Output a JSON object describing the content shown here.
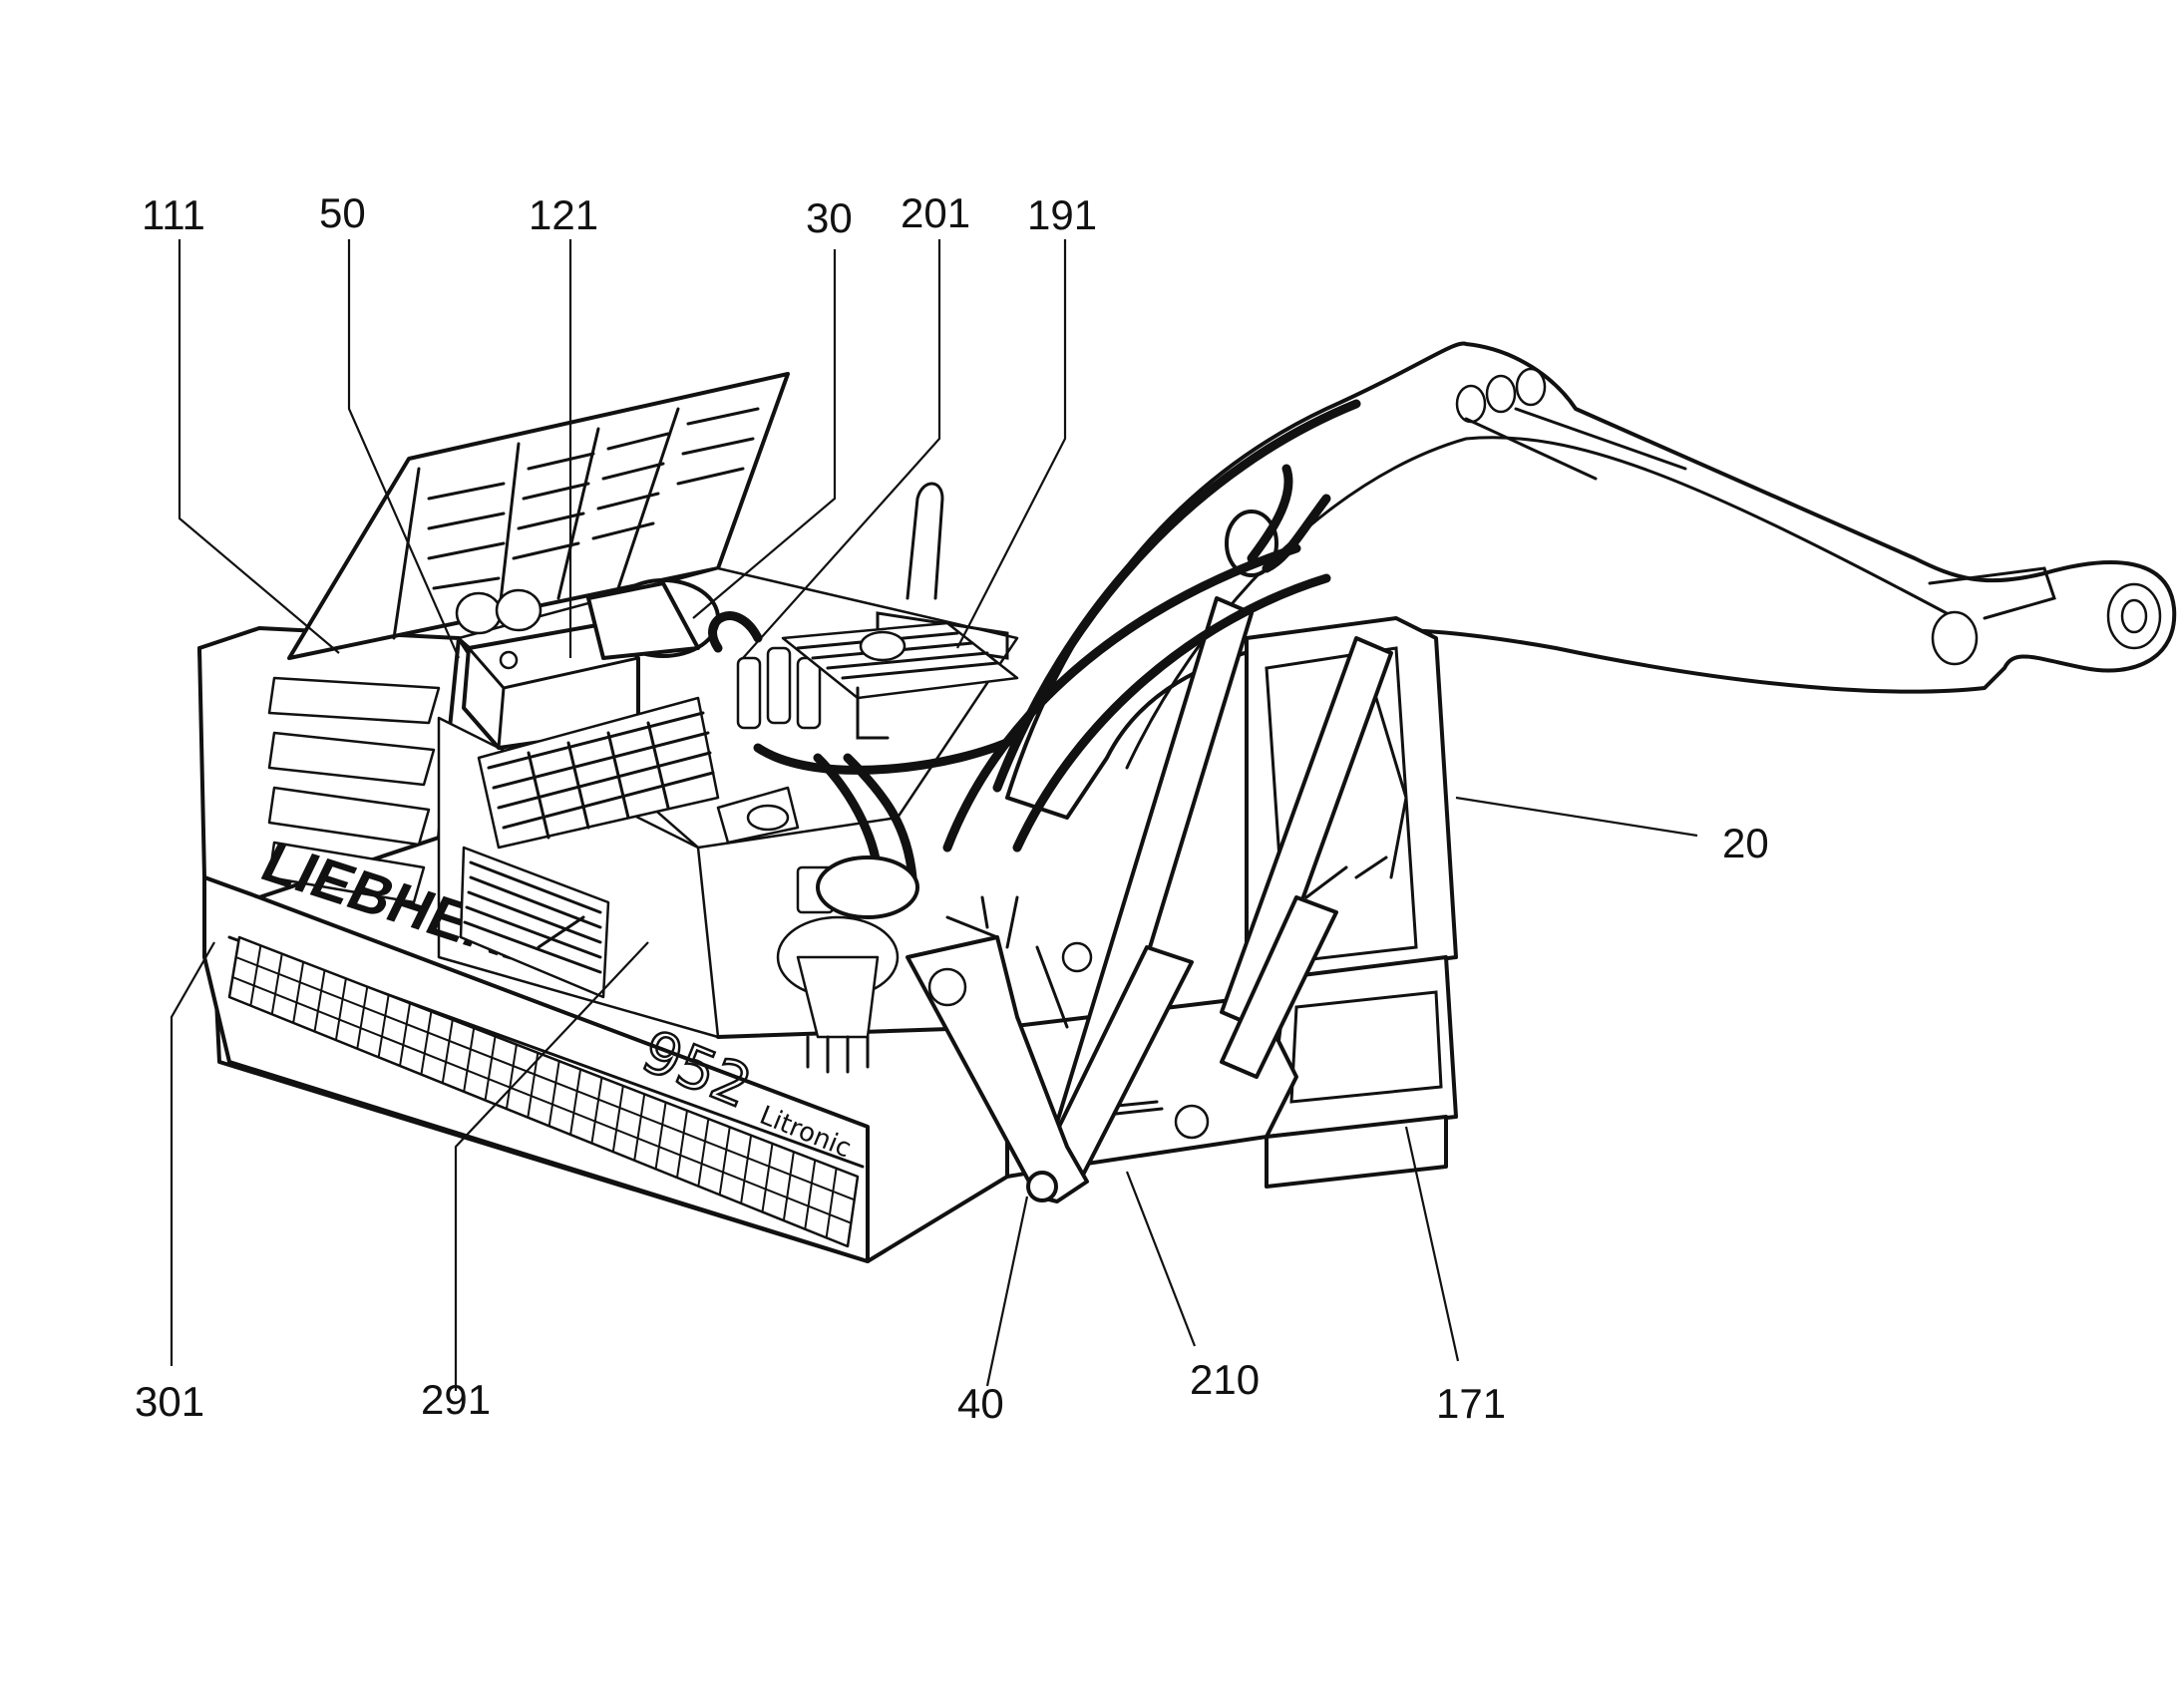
{
  "figure": {
    "brand_lettering": "LIEBHERR",
    "model_lettering": "952",
    "model_suffix_lettering": "Litronic",
    "callouts": [
      {
        "id": "111",
        "label": "111"
      },
      {
        "id": "50",
        "label": "50"
      },
      {
        "id": "121",
        "label": "121"
      },
      {
        "id": "30",
        "label": "30"
      },
      {
        "id": "201",
        "label": "201"
      },
      {
        "id": "191",
        "label": "191"
      },
      {
        "id": "20",
        "label": "20"
      },
      {
        "id": "301",
        "label": "301"
      },
      {
        "id": "291",
        "label": "291"
      },
      {
        "id": "40",
        "label": "40"
      },
      {
        "id": "210",
        "label": "210"
      },
      {
        "id": "171",
        "label": "171"
      }
    ]
  },
  "colors": {
    "ink": "#111111",
    "paper": "#ffffff"
  }
}
